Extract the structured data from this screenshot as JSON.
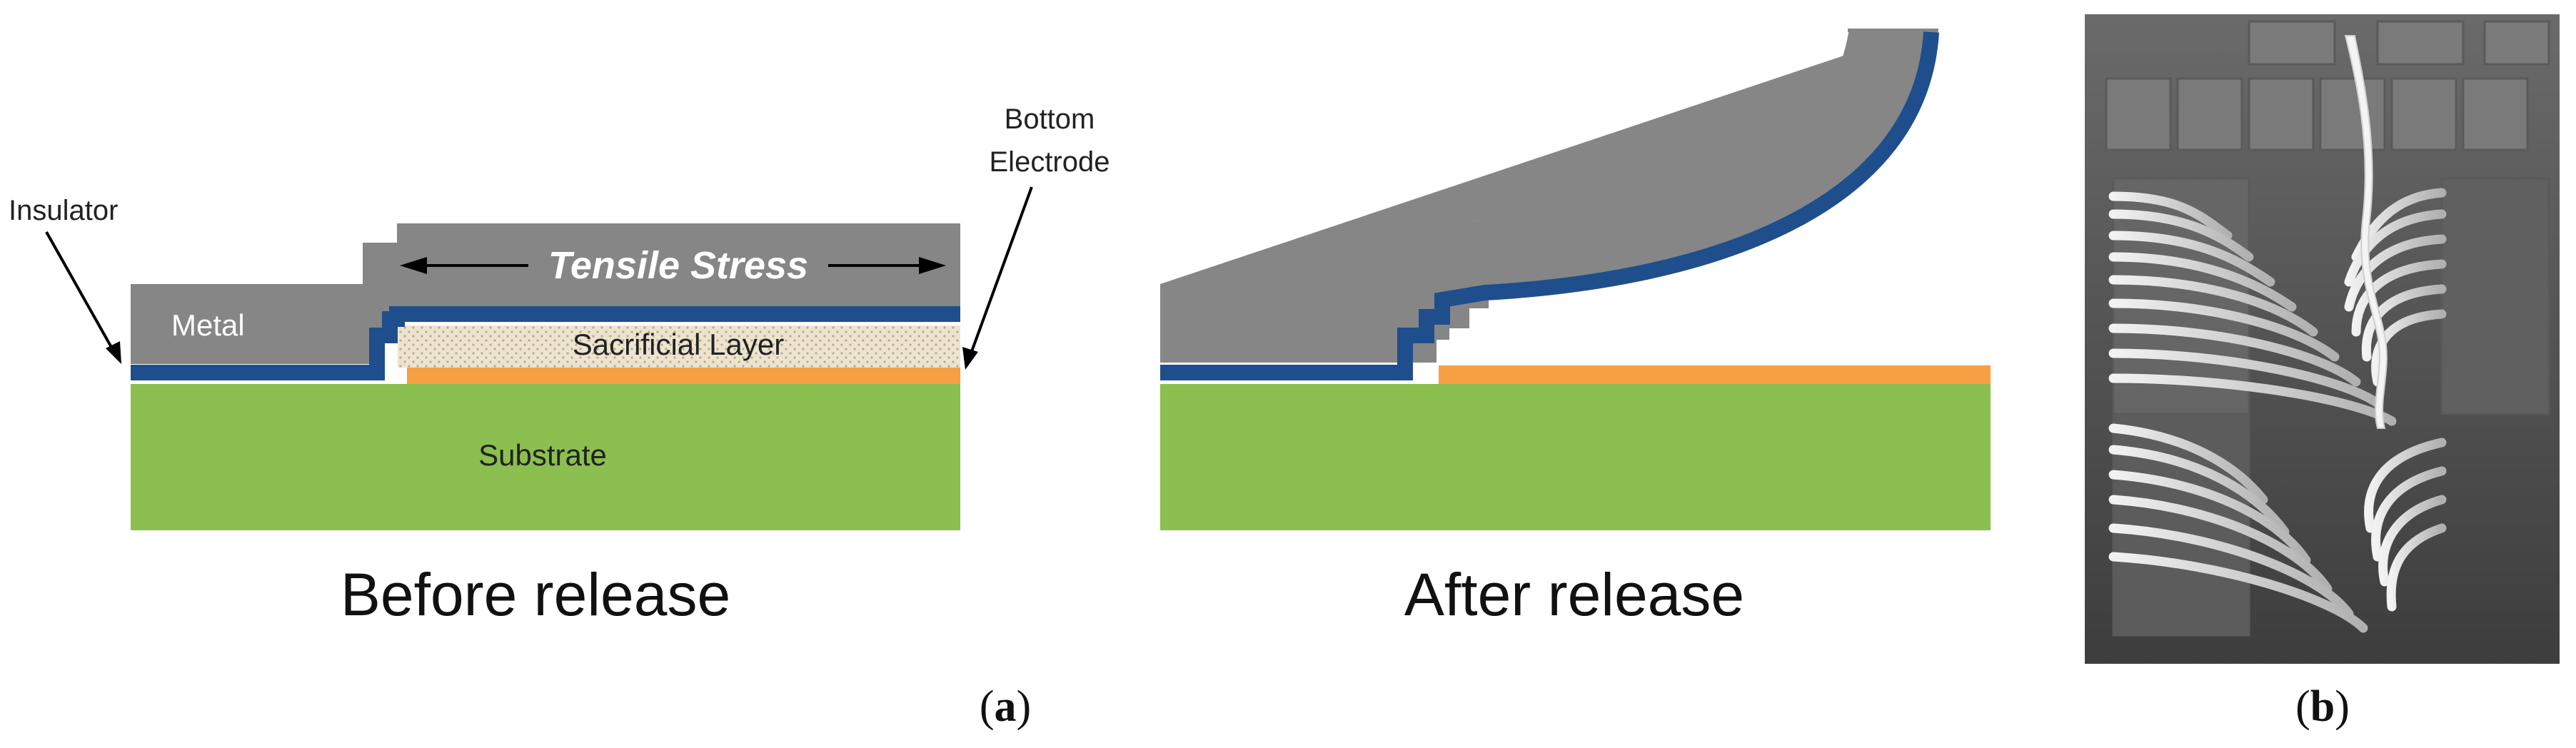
{
  "panel_a": {
    "before": {
      "labels": {
        "insulator": "Insulator",
        "bottom_line1": "Bottom",
        "bottom_line2": "Electrode",
        "tensile_stress": "Tensile Stress",
        "metal": "Metal",
        "sacrificial": "Sacrificial Layer",
        "substrate": "Substrate"
      },
      "title": "Before release"
    },
    "after": {
      "title": "After release"
    },
    "caption_open": "(",
    "caption_letter": "a",
    "caption_close": ")"
  },
  "panel_b": {
    "caption_open": "(",
    "caption_letter": "b",
    "caption_close": ")"
  },
  "colors": {
    "substrate": "#8bbf4f",
    "metal": "#868686",
    "insulator": "#1f4e8c",
    "electrode": "#f5a043",
    "sacrificial": "#e6dcc4",
    "sem_background": "#4f4f4f"
  }
}
